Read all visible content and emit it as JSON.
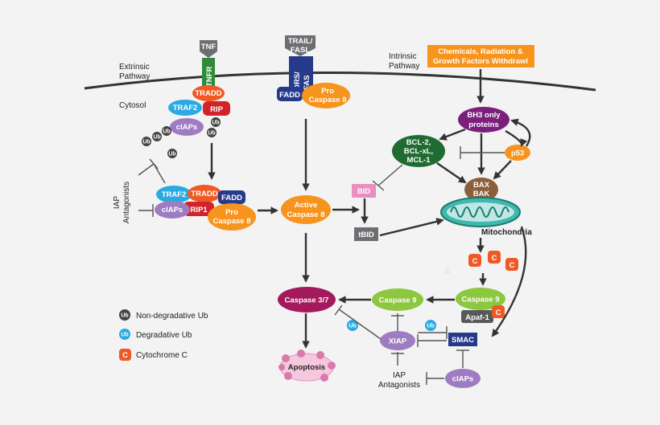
{
  "colors": {
    "orange": "#f7941d",
    "green": "#2e8b3a",
    "light_green": "#8dc63f",
    "blue": "#29abe2",
    "navy": "#263a8c",
    "red": "#d2232a",
    "orange_red": "#ef5a24",
    "purple": "#9e7cc1",
    "dark_purple": "#7a1f7c",
    "magenta": "#a3195b",
    "gray": "#6d6e71",
    "pink": "#f4a6c9",
    "brown": "#8b5e3c",
    "teal": "#3fb8af",
    "light_pink": "#f6c8dd"
  },
  "labels": {
    "extrinsic": "Extrinsic",
    "pathway": "Pathway",
    "cytosol": "Cytosol",
    "intrinsic": "Intrinsic",
    "iap": "IAP",
    "antagonists": "Antagonists",
    "mitochondria": "Mitochondria",
    "iap_antag_bottom_1": "IAP",
    "iap_antag_bottom_2": "Antagonists"
  },
  "nodes": {
    "tnf": "TNF",
    "tnfr": "TNFR",
    "trail_1": "TRAIL/",
    "trail_2": "FASL",
    "drs_1": "DRS/",
    "drs_2": "FAS",
    "tradd_top": "TRADD",
    "traf2_top": "TRAF2",
    "rip_top": "RIP",
    "ciaps_top": "cIAPs",
    "fadd_top": "FADD",
    "procasp8_top_1": "Pro",
    "procasp8_top_2": "Caspase 8",
    "chemicals_1": "Chemicals, Radiation &",
    "chemicals_2": "Growth Factors Withdrawl",
    "bh3_1": "BH3 only",
    "bh3_2": "proteins",
    "bcl_1": "BCL-2,",
    "bcl_2": "BCL-xL,",
    "bcl_3": "MCL-1",
    "p53": "p53",
    "bax_1": "BAX",
    "bax_2": "BAK",
    "bid": "BID",
    "tbid": "tBID",
    "traf2_mid": "TRAF2",
    "tradd_mid": "TRADD",
    "fadd_mid": "FADD",
    "ciaps_mid": "cIAPs",
    "rip1": "RIP1",
    "procasp8_mid_1": "Pro",
    "procasp8_mid_2": "Caspase 8",
    "active_casp8_1": "Active",
    "active_casp8_2": "Caspase 8",
    "caspase37": "Caspase 3/7",
    "caspase9_left": "Caspase 9",
    "caspase9_right": "Caspase 9",
    "apaf1": "Apaf-1",
    "xiap": "XIAP",
    "smac": "SMAC",
    "ciaps_bottom": "cIAPs",
    "apoptosis": "Apoptosis",
    "cyt_c": "C",
    "ub": "Ub"
  },
  "legend": {
    "non_degradative": "Non-degradative Ub",
    "degradative": "Degradative Ub",
    "cytochrome": "Cytochrome C",
    "ub_symbol": "Ub",
    "c_symbol": "C"
  }
}
